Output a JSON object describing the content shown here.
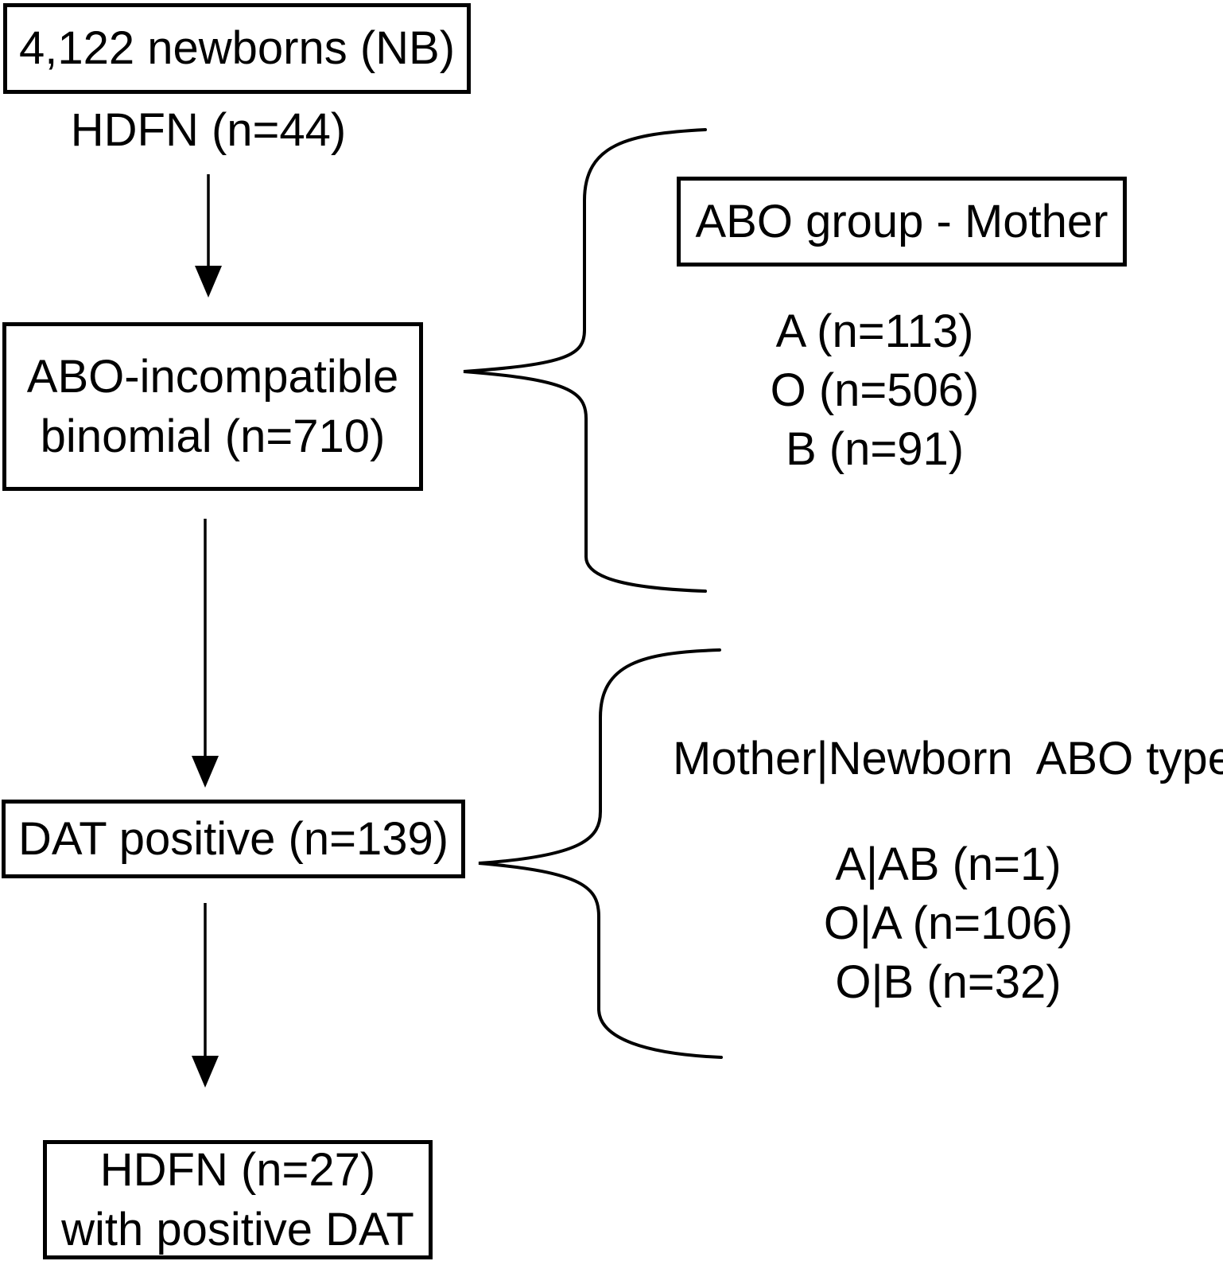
{
  "figure": {
    "background": "#ffffff",
    "ink": "#000000"
  },
  "flow": {
    "newborns_box": "4,122 newborns (NB)",
    "hdfn_label": "HDFN (n=44)",
    "abo_incompatible_box": {
      "line1": "ABO-incompatible",
      "line2": "binomial (n=710)"
    },
    "dat_positive_box": "DAT positive (n=139)",
    "hdfn_dat_box": {
      "line1": "HDFN (n=27)",
      "line2": "with positive DAT"
    }
  },
  "annotations": {
    "abo_group_mother": {
      "title": "ABO group - Mother",
      "items": [
        "A (n=113)",
        "O (n=506)",
        "B (n=91)"
      ]
    },
    "mother_newborn": {
      "title": "Mother|Newborn  ABO type",
      "items": [
        "A|AB (n=1)",
        "O|A (n=106)",
        "O|B (n=32)"
      ]
    }
  }
}
